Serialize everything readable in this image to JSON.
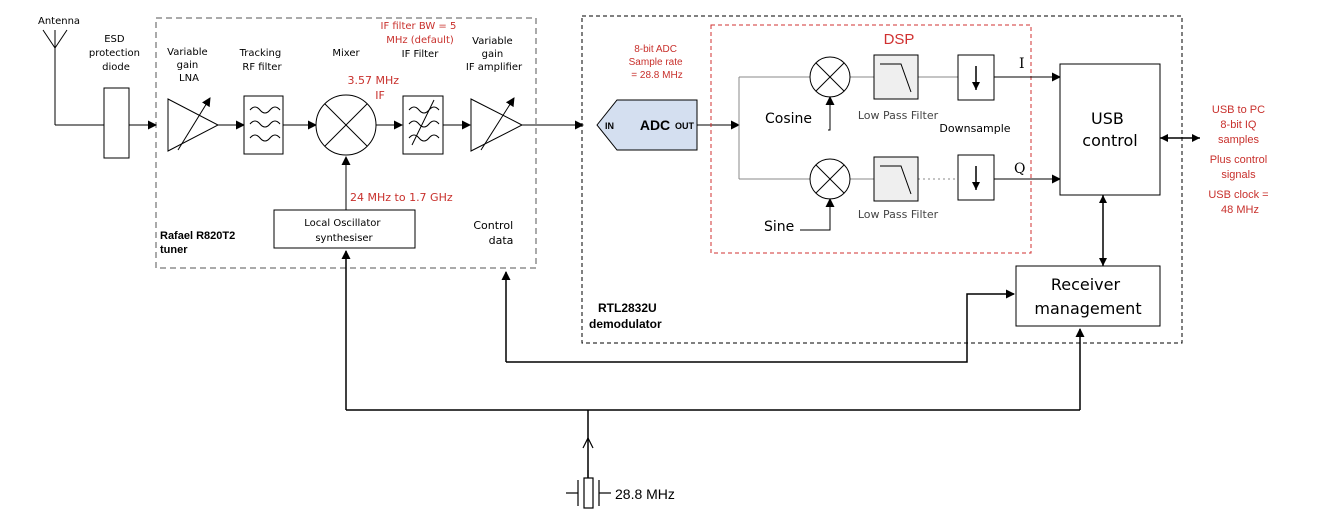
{
  "tuner": {
    "antenna": "Antenna",
    "esd_line1": "ESD",
    "esd_line2": "protection",
    "esd_line3": "diode",
    "lna_line1": "Variable",
    "lna_line2": "gain",
    "lna_line3": "LNA",
    "rf_filter_line1": "Tracking",
    "rf_filter_line2": "RF filter",
    "mixer": "Mixer",
    "if_bw_line1": "IF filter BW = 5",
    "if_bw_line2": "MHz (default)",
    "if_filter": "IF Filter",
    "if_amp_line1": "Variable",
    "if_amp_line2": "gain",
    "if_amp_line3": "IF amplifier",
    "if_freq_line1": "3.57 MHz",
    "if_freq_line2": "IF",
    "lo_range": "24 MHz to 1.7 GHz",
    "lo_line1": "Local Oscillator",
    "lo_line2": "synthesiser",
    "name_line1": "Rafael R820T2",
    "name_line2": "tuner",
    "control_line1": "Control",
    "control_line2": "data"
  },
  "demod": {
    "adc_info_line1": "8-bit ADC",
    "adc_info_line2": "Sample rate",
    "adc_info_line3": "= 28.8 MHz",
    "adc_in": "IN",
    "adc": "ADC",
    "adc_out": "OUT",
    "dsp": "DSP",
    "cosine": "Cosine",
    "sine": "Sine",
    "lpf_top": "Low Pass Filter",
    "lpf_bottom": "Low Pass Filter",
    "downsample": "Downsample",
    "i_label": "I",
    "q_label": "Q",
    "usb_line1": "USB",
    "usb_line2": "control",
    "receiver_line1": "Receiver",
    "receiver_line2": "management",
    "name_line1": "RTL2832U",
    "name_line2": "demodulator"
  },
  "usb_note": {
    "line1": "USB to PC",
    "line2": "8-bit IQ",
    "line3": "samples",
    "line4": "Plus control",
    "line5": "signals",
    "line6": "USB clock =",
    "line7": "48 MHz"
  },
  "crystal": "28.8 MHz",
  "colors": {
    "annotation_red": "#c8302c",
    "adc_fill": "#d4dff0",
    "filter_fill": "#efefef"
  }
}
